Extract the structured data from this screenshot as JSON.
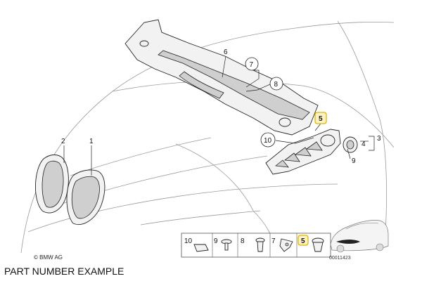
{
  "callouts": {
    "c1": "1",
    "c2": "2",
    "c3": "3",
    "c4": "4",
    "c5": "5",
    "c6": "6",
    "c7": "7",
    "c8": "8",
    "c9": "9",
    "c10": "10"
  },
  "legend": {
    "i10": "10",
    "i9": "9",
    "i8": "8",
    "i7": "7",
    "i5": "5"
  },
  "copyright": "© BMW AG",
  "drawing_number": "00011423",
  "caption": "PART NUMBER EXAMPLE",
  "highlight_color": "#e0b400"
}
